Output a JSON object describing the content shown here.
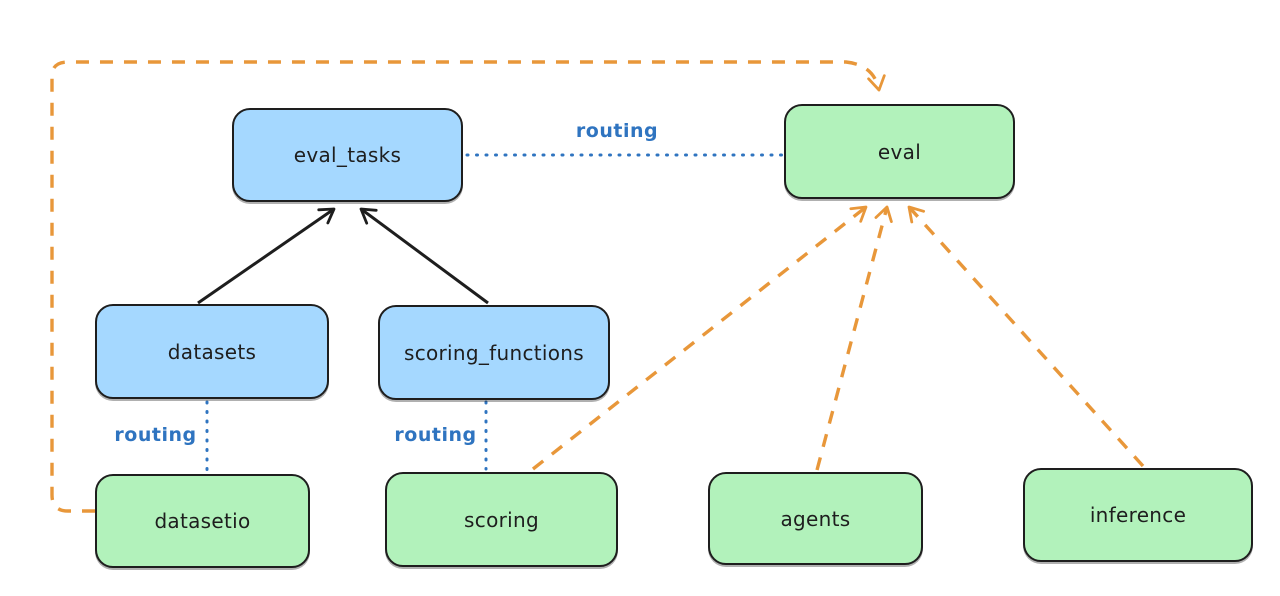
{
  "diagram": {
    "nodes": {
      "eval_tasks": {
        "label": "eval_tasks",
        "color": "blue"
      },
      "eval": {
        "label": "eval",
        "color": "green"
      },
      "datasets": {
        "label": "datasets",
        "color": "blue"
      },
      "scoring_functions": {
        "label": "scoring_functions",
        "color": "blue"
      },
      "datasetio": {
        "label": "datasetio",
        "color": "green"
      },
      "scoring": {
        "label": "scoring",
        "color": "green"
      },
      "agents": {
        "label": "agents",
        "color": "green"
      },
      "inference": {
        "label": "inference",
        "color": "green"
      }
    },
    "edges": [
      {
        "from": "datasets",
        "to": "eval_tasks",
        "style": "solid-arrow",
        "color": "black",
        "label": ""
      },
      {
        "from": "scoring_functions",
        "to": "eval_tasks",
        "style": "solid-arrow",
        "color": "black",
        "label": ""
      },
      {
        "from": "eval_tasks",
        "to": "eval",
        "style": "dotted-line",
        "color": "blue",
        "label": "routing"
      },
      {
        "from": "datasets",
        "to": "datasetio",
        "style": "dotted-line",
        "color": "blue",
        "label": "routing"
      },
      {
        "from": "scoring_functions",
        "to": "scoring",
        "style": "dotted-line",
        "color": "blue",
        "label": "routing"
      },
      {
        "from": "datasetio",
        "to": "eval",
        "style": "dashed-arrow",
        "color": "orange",
        "label": ""
      },
      {
        "from": "scoring",
        "to": "eval",
        "style": "dashed-arrow",
        "color": "orange",
        "label": ""
      },
      {
        "from": "agents",
        "to": "eval",
        "style": "dashed-arrow",
        "color": "orange",
        "label": ""
      },
      {
        "from": "inference",
        "to": "eval",
        "style": "dashed-arrow",
        "color": "orange",
        "label": ""
      }
    ]
  },
  "colors": {
    "background": "#ffffff",
    "node_blue_fill": "#a5d8ff",
    "node_green_fill": "#b2f2bb",
    "node_border": "#1e1e1e",
    "routing_blue": "#2f74c0",
    "orange_dashed": "#e8973a",
    "black_arrow": "#1e1e1e"
  }
}
